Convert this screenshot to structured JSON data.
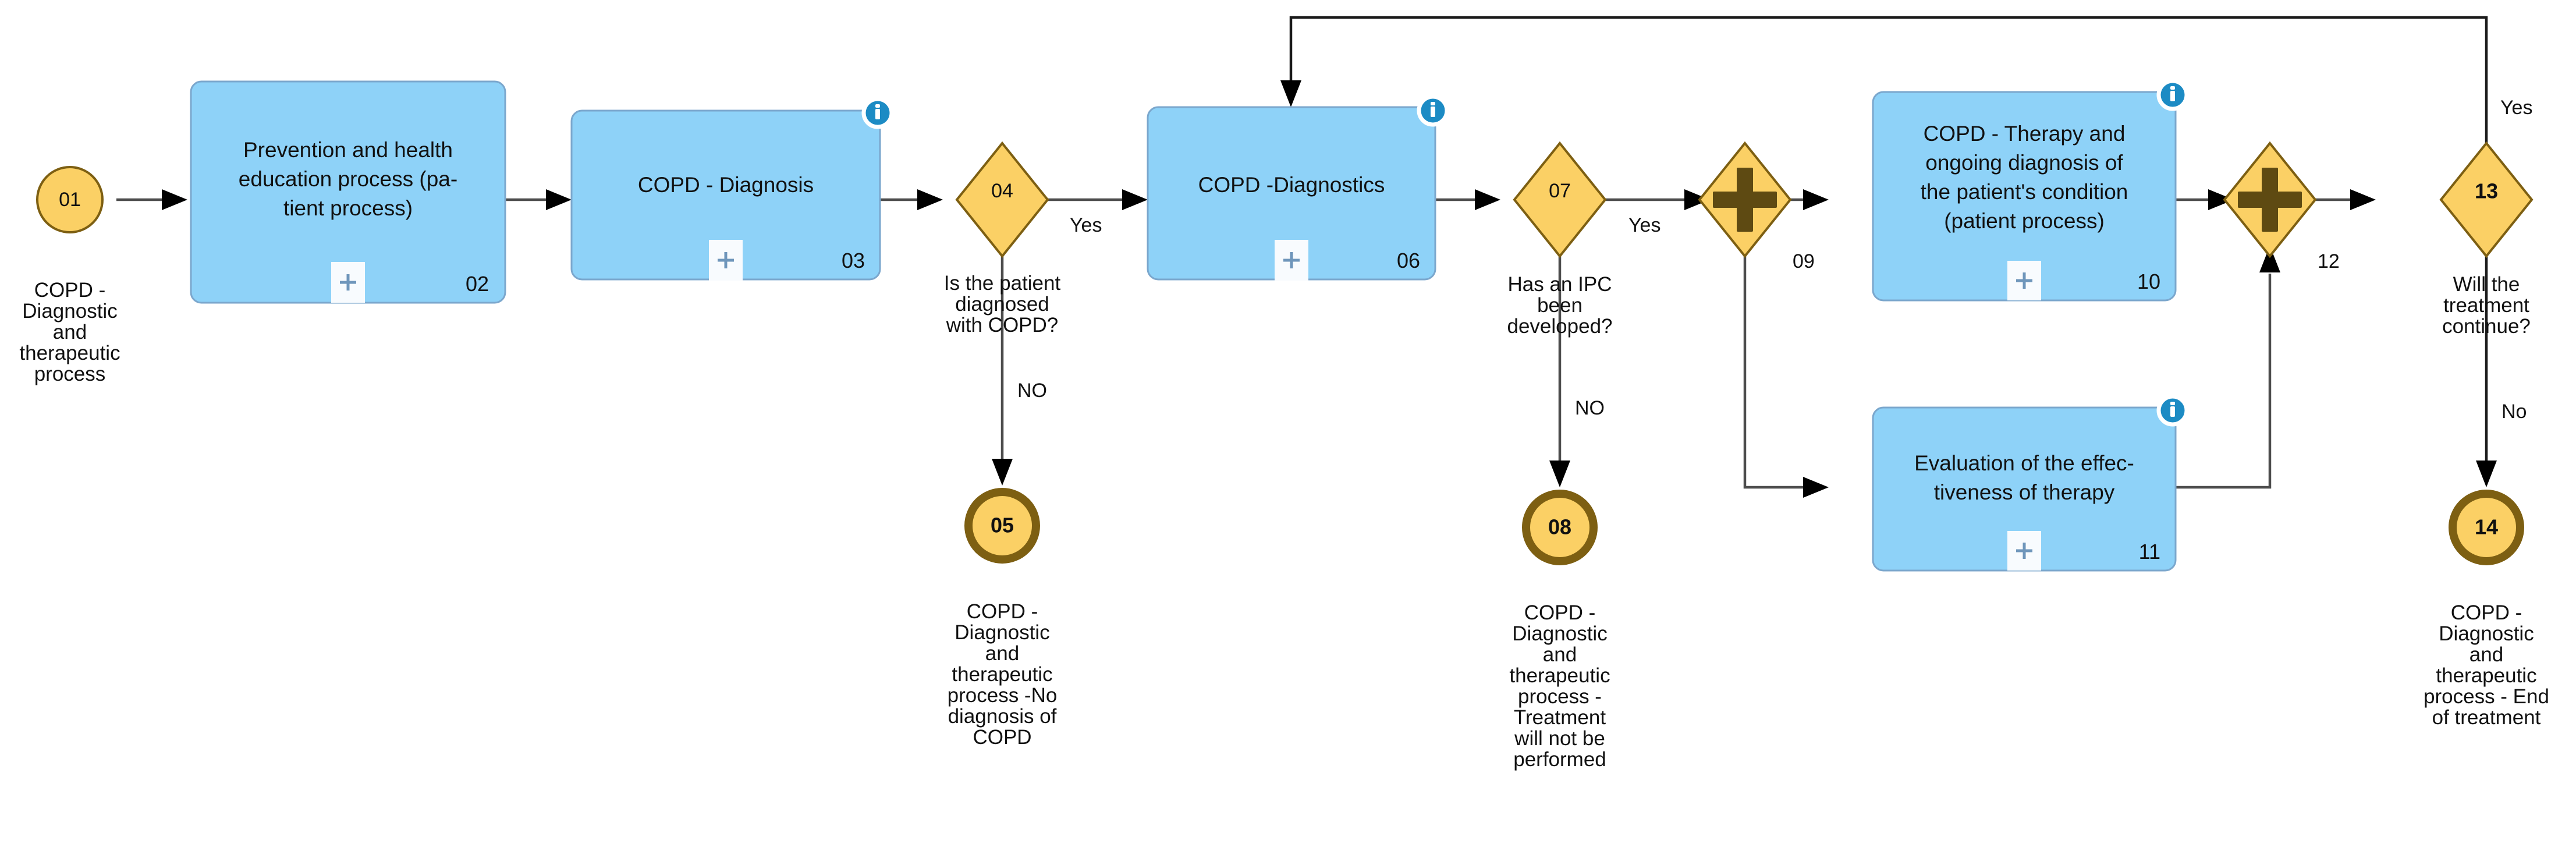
{
  "diagram": {
    "title": "COPD - Diagnostic and therapeutic process",
    "colors": {
      "event_fill": "#fbd065",
      "event_stroke": "#7d5f12",
      "gateway_fill": "#fbd065",
      "gateway_plus": "#5e4a12",
      "task_fill": "#8ed2f8",
      "task_stroke": "#7ba7cd",
      "info_badge": "#1c8bc4",
      "connector": "#4d4d4d",
      "background": "#ffffff"
    }
  },
  "nodes": {
    "n01": {
      "number": "01",
      "type": "start-event",
      "caption": "COPD - Diagnostic and therapeutic process",
      "caption_lines": [
        "COPD -",
        "Diagnostic",
        "and",
        "therapeutic",
        "process"
      ]
    },
    "n02": {
      "number": "02",
      "type": "subprocess",
      "label": "Prevention and health education process (patient process)",
      "label_lines": [
        "Prevention and health",
        "education process (pa-",
        "tient process)"
      ],
      "marker": "+",
      "info_badge": false
    },
    "n03": {
      "number": "03",
      "type": "subprocess",
      "label": "COPD - Diagnosis",
      "label_lines": [
        "COPD - Diagnosis"
      ],
      "marker": "+",
      "info_badge": true
    },
    "n04": {
      "number": "04",
      "type": "exclusive-gateway",
      "caption": "Is the patient diagnosed with COPD?",
      "caption_lines": [
        "Is the patient",
        "diagnosed",
        "with COPD?"
      ]
    },
    "n05": {
      "number": "05",
      "type": "end-event",
      "caption": "COPD - Diagnostic and therapeutic process -No diagnosis of COPD",
      "caption_lines": [
        "COPD -",
        "Diagnostic",
        "and",
        "therapeutic",
        "process -No",
        "diagnosis of",
        "COPD"
      ]
    },
    "n06": {
      "number": "06",
      "type": "subprocess",
      "label": "COPD -Diagnostics",
      "label_lines": [
        "COPD -Diagnostics"
      ],
      "marker": "+",
      "info_badge": true
    },
    "n07": {
      "number": "07",
      "type": "exclusive-gateway",
      "caption": "Has an IPC been developed?",
      "caption_lines": [
        "Has an IPC",
        "been",
        "developed?"
      ]
    },
    "n08": {
      "number": "08",
      "type": "end-event",
      "caption": "COPD - Diagnostic and therapeutic process - Treatment will not be performed",
      "caption_lines": [
        "COPD -",
        "Diagnostic",
        "and",
        "therapeutic",
        "process -",
        "Treatment",
        "will not be",
        "performed"
      ]
    },
    "n09": {
      "number": "09",
      "type": "parallel-gateway",
      "caption": ""
    },
    "n10": {
      "number": "10",
      "type": "subprocess",
      "label": "COPD - Therapy and ongoing diagnosis of the patient's condition (patient process)",
      "label_lines": [
        "COPD - Therapy and",
        "ongoing diagnosis of",
        "the patient's condition",
        "(patient process)"
      ],
      "marker": "+",
      "info_badge": true
    },
    "n11": {
      "number": "11",
      "type": "subprocess",
      "label": "Evaluation of the effectiveness of therapy",
      "label_lines": [
        "Evaluation of the effec-",
        "tiveness of therapy"
      ],
      "marker": "+",
      "info_badge": true
    },
    "n12": {
      "number": "12",
      "type": "parallel-gateway",
      "caption": ""
    },
    "n13": {
      "number": "13",
      "type": "exclusive-gateway",
      "caption": "Will the treatment continue?",
      "caption_lines": [
        "Will the",
        "treatment",
        "continue?"
      ]
    },
    "n14": {
      "number": "14",
      "type": "end-event",
      "caption": "COPD - Diagnostic and therapeutic process - End of treatment",
      "caption_lines": [
        "COPD -",
        "Diagnostic",
        "and",
        "therapeutic",
        "process - End",
        "of treatment"
      ]
    }
  },
  "edges": {
    "e04_yes": {
      "label": "Yes",
      "from": "04",
      "to": "06"
    },
    "e04_no": {
      "label": "NO",
      "from": "04",
      "to": "05"
    },
    "e07_yes": {
      "label": "Yes",
      "from": "07",
      "to": "09"
    },
    "e07_no": {
      "label": "NO",
      "from": "07",
      "to": "08"
    },
    "e13_yes": {
      "label": "Yes",
      "from": "13",
      "to": "06"
    },
    "e13_no": {
      "label": "No",
      "from": "13",
      "to": "14"
    }
  }
}
